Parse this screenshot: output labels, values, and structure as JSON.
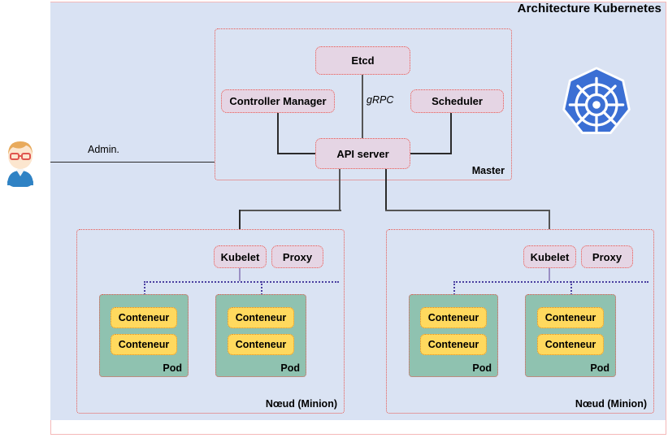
{
  "title": "Architecture Kubernetes",
  "actors": {
    "admin": {
      "label": "Admin.",
      "icon": "user-avatar-icon"
    }
  },
  "logo": {
    "name": "kubernetes-logo",
    "colors": {
      "fill": "#3b6fd4",
      "glyph": "#ffffff"
    }
  },
  "master": {
    "label": "Master",
    "components": [
      {
        "id": "etcd",
        "label": "Etcd"
      },
      {
        "id": "controller-manager",
        "label": "Controller Manager"
      },
      {
        "id": "scheduler",
        "label": "Scheduler"
      },
      {
        "id": "api-server",
        "label": "API server"
      }
    ],
    "edge_labels": {
      "etcd_to_api": "gRPC"
    }
  },
  "nodes": [
    {
      "id": "node-left",
      "label": "Nœud (Minion)",
      "agents": [
        {
          "id": "kubelet",
          "label": "Kubelet"
        },
        {
          "id": "proxy",
          "label": "Proxy"
        }
      ],
      "pods": [
        {
          "id": "pod-1",
          "label": "Pod",
          "containers": [
            {
              "label": "Conteneur"
            },
            {
              "label": "Conteneur"
            }
          ]
        },
        {
          "id": "pod-2",
          "label": "Pod",
          "containers": [
            {
              "label": "Conteneur"
            },
            {
              "label": "Conteneur"
            }
          ]
        }
      ]
    },
    {
      "id": "node-right",
      "label": "Nœud (Minion)",
      "agents": [
        {
          "id": "kubelet",
          "label": "Kubelet"
        },
        {
          "id": "proxy",
          "label": "Proxy"
        }
      ],
      "pods": [
        {
          "id": "pod-1",
          "label": "Pod",
          "containers": [
            {
              "label": "Conteneur"
            },
            {
              "label": "Conteneur"
            }
          ]
        },
        {
          "id": "pod-2",
          "label": "Pod",
          "containers": [
            {
              "label": "Conteneur"
            },
            {
              "label": "Conteneur"
            }
          ]
        }
      ]
    }
  ],
  "colors": {
    "canvas": "#d9e2f3",
    "group_border": "#e8564f",
    "component_fill": "#e5d5e4",
    "pod_fill": "#8fc2b0",
    "container_fill": "#ffd95e",
    "container_border": "#e08a1e",
    "connector": "#555555",
    "dotted_connector": "#4a3fa0"
  }
}
